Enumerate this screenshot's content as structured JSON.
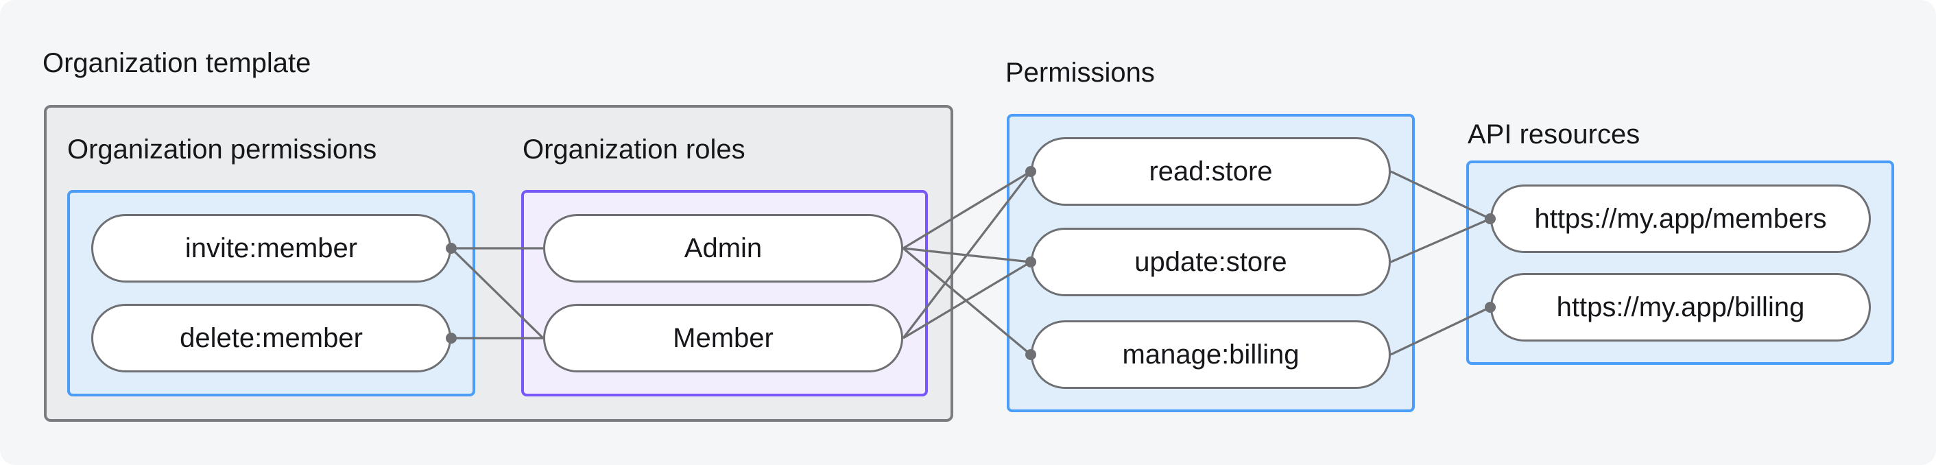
{
  "diagram": {
    "title": "Organization template",
    "sections": {
      "org_permissions": {
        "label": "Organization permissions",
        "pills": [
          "invite:member",
          "delete:member"
        ]
      },
      "org_roles": {
        "label": "Organization roles",
        "pills": [
          "Admin",
          "Member"
        ]
      },
      "permissions": {
        "label": "Permissions",
        "pills": [
          "read:store",
          "update:store",
          "manage:billing"
        ]
      },
      "api_resources": {
        "label": "API resources",
        "pills": [
          "https://my.app/members",
          "https://my.app/billing"
        ]
      }
    },
    "edges": [
      {
        "from": "invite:member",
        "to": "Admin"
      },
      {
        "from": "invite:member",
        "to": "Member"
      },
      {
        "from": "delete:member",
        "to": "Member"
      },
      {
        "from": "Admin",
        "to": "read:store"
      },
      {
        "from": "Admin",
        "to": "update:store"
      },
      {
        "from": "Admin",
        "to": "manage:billing"
      },
      {
        "from": "Member",
        "to": "read:store"
      },
      {
        "from": "Member",
        "to": "update:store"
      },
      {
        "from": "read:store",
        "to": "https://my.app/members"
      },
      {
        "from": "update:store",
        "to": "https://my.app/members"
      },
      {
        "from": "manage:billing",
        "to": "https://my.app/billing"
      }
    ]
  },
  "colors": {
    "card-bg": "#F5F6F8",
    "gray-fill": "#EBECED",
    "gray-border": "#7A7C80",
    "blue-fill": "#E0EEFC",
    "blue-border": "#4C9DF7",
    "purple-fill": "#F3EEFD",
    "purple-border": "#7958F9",
    "pill-border": "#6E7073",
    "line-color": "#6E7073",
    "text-color": "#16171A"
  }
}
